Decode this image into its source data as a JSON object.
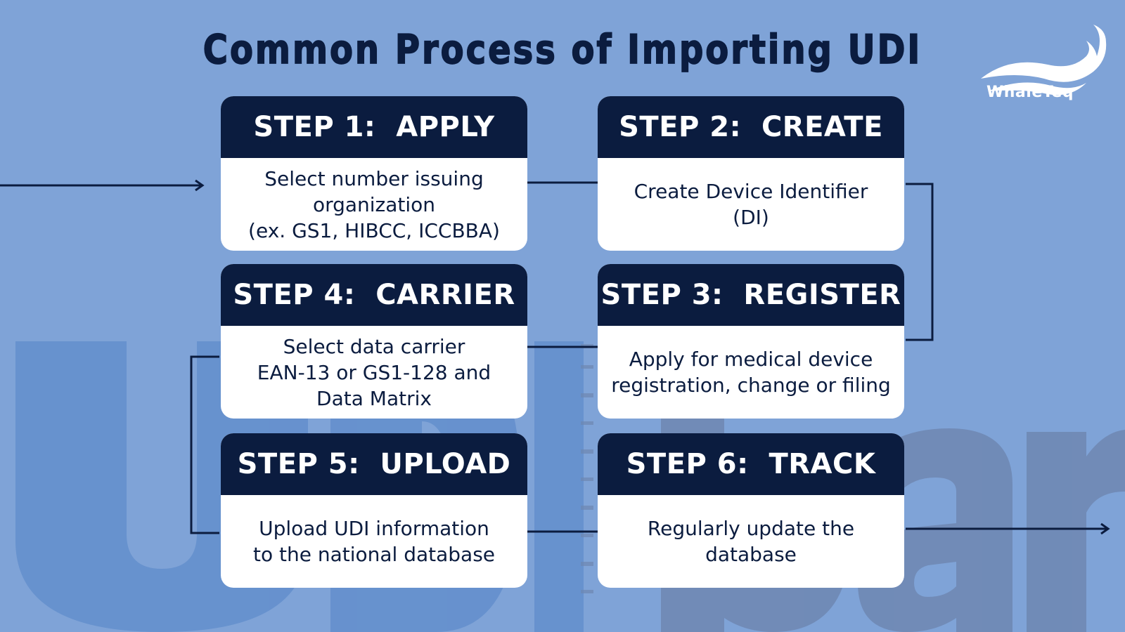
{
  "title": "Common Process of Importing UDI",
  "logo": {
    "brand": "WhaleTeq",
    "icon": "whale-tail-icon"
  },
  "colors": {
    "background": "#7fa3d7",
    "navy": "#0b1c3f",
    "card": "#ffffff",
    "watermark": "#5a88c8"
  },
  "steps": [
    {
      "header": "STEP 1:  APPLY",
      "lines": [
        "Select number issuing",
        "organization",
        "(ex. GS1, HIBCC, ICCBBA)"
      ]
    },
    {
      "header": "STEP 2:  CREATE",
      "lines": [
        "Create Device Identifier",
        "(DI)"
      ]
    },
    {
      "header": "STEP 3:  REGISTER",
      "lines": [
        "Apply for medical device",
        "registration, change or filing"
      ]
    },
    {
      "header": "STEP 4:  CARRIER",
      "lines": [
        "Select data carrier",
        "EAN-13 or GS1-128 and",
        "Data Matrix"
      ]
    },
    {
      "header": "STEP 5:  UPLOAD",
      "lines": [
        "Upload UDI information",
        "to the national database"
      ]
    },
    {
      "header": "STEP 6:  TRACK",
      "lines": [
        "Regularly update the",
        "database"
      ]
    }
  ]
}
